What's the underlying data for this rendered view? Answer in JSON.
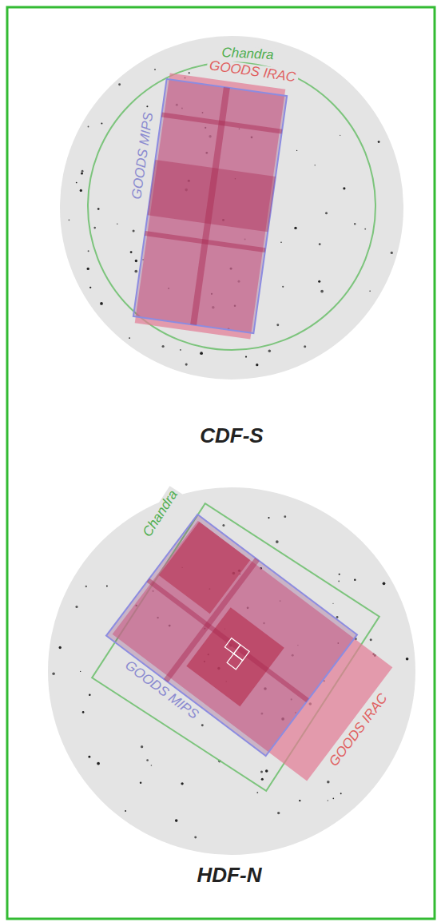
{
  "diagram": {
    "labels": [
      "Chandra",
      "GOODS IRAC",
      "GOODS MIPS",
      "CDF-S",
      "Chandra",
      "GOODS MIPS",
      "GOODS IRAC",
      "HDF-N"
    ]
  }
}
